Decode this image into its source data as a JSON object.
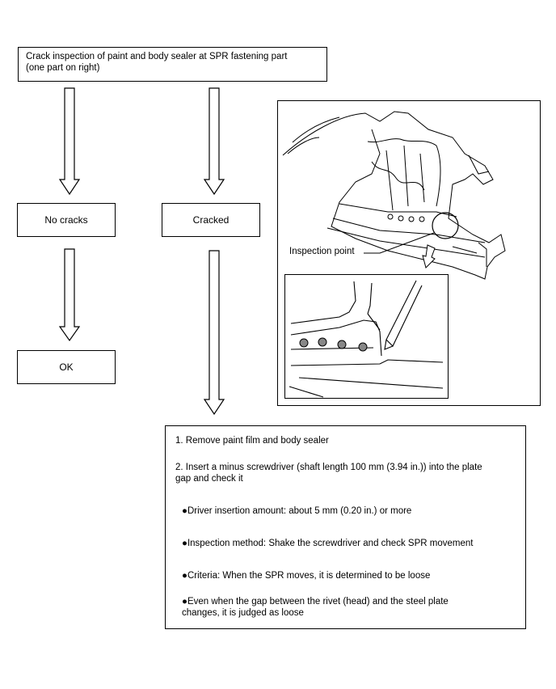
{
  "flow": {
    "start": "Crack inspection of paint and body sealer at SPR fastening part",
    "start_line2": "(one part on right)",
    "no_cracks": "No cracks",
    "cracked": "Cracked",
    "ok": "OK"
  },
  "figure": {
    "inspection_label": "Inspection point"
  },
  "steps": {
    "step1": "1. Remove paint film and body sealer",
    "step2_line1": "2. Insert a minus screwdriver (shaft length 100 mm (3.94 in.)) into the plate",
    "step2_line2": "gap and check it",
    "bullet1": "●Driver insertion amount: about 5 mm (0.20 in.) or more",
    "bullet2": "●Inspection method: Shake the screwdriver and check SPR movement",
    "bullet3": "●Criteria: When the SPR moves, it is determined to be loose",
    "bullet4_line1": "●Even when the gap between the rivet (head) and the steel plate",
    "bullet4_line2": "changes, it is judged as loose"
  }
}
